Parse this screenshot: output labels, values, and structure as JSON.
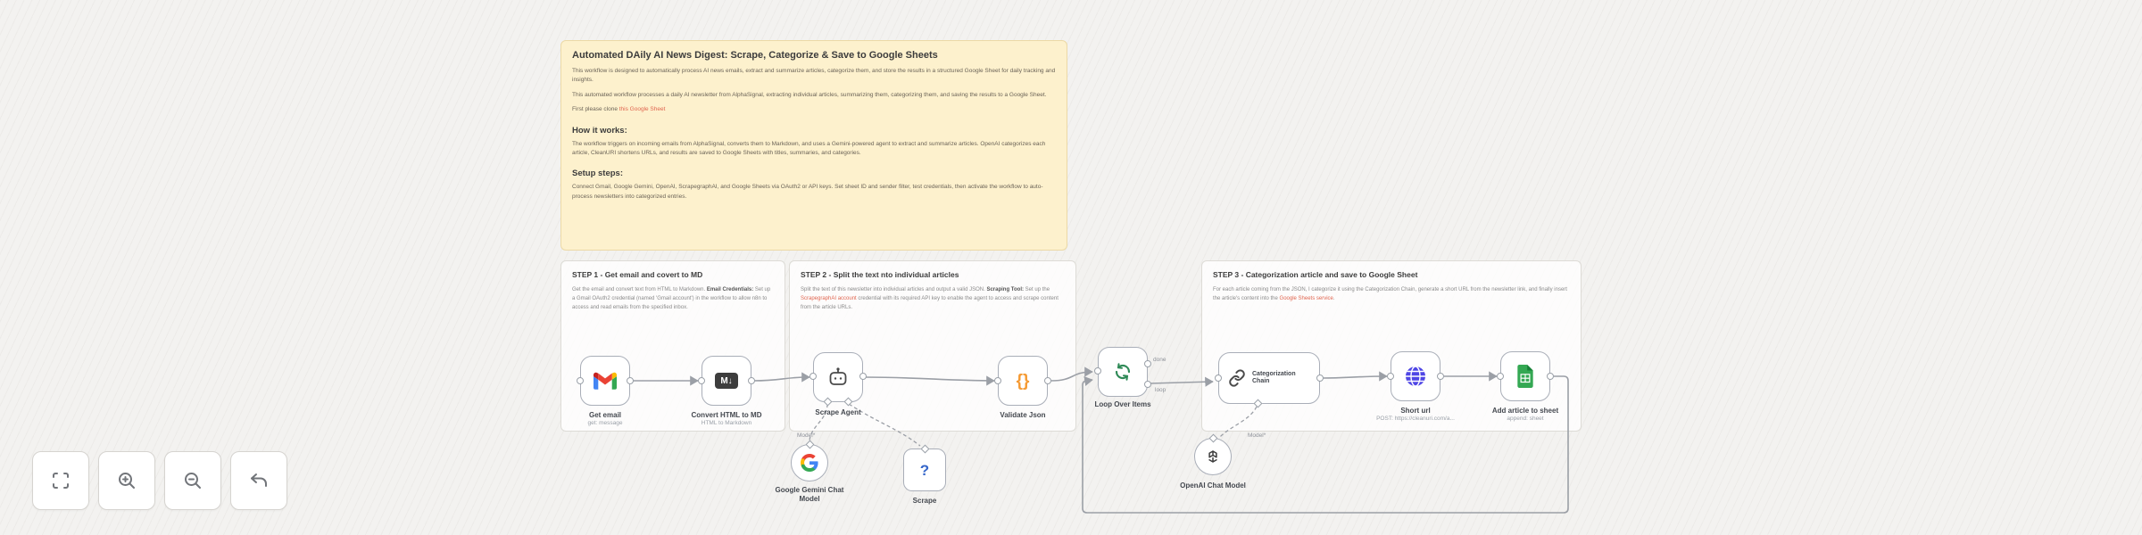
{
  "main_note": {
    "title": "Automated DAily AI News Digest: Scrape, Categorize & Save to Google Sheets",
    "p1": "This workflow is designed to automatically process AI news emails, extract and summarize articles, categorize them, and store the results in a structured Google Sheet for daily tracking and insights.",
    "p2": "This automated workflow processes a daily AI newsletter from AlphaSignal, extracting individual articles, summarizing them, categorizing them, and saving the results to a Google Sheet.",
    "p3_prefix": "First please clone ",
    "p3_link": "this Google Sheet",
    "how_title": "How it works:",
    "how_body": "The workflow triggers on incoming emails from AlphaSignal, converts them to Markdown, and uses a Gemini-powered agent to extract and summarize articles. OpenAI categorizes each article, CleanURI shortens URLs, and results are saved to Google Sheets with titles, summaries, and categories.",
    "setup_title": "Setup steps:",
    "setup_body": "Connect Gmail, Google Gemini, OpenAI, ScrapegraphAI, and Google Sheets via OAuth2 or API keys. Set sheet ID and sender filter, test credentials, then activate the workflow to auto-process newsletters into categorized entries."
  },
  "step1": {
    "title": "STEP 1 - Get email and covert to MD",
    "body1": "Get the email and convert text from HTML to Markdown. ",
    "bold": "Email Credentials:",
    "body2": " Set up a Gmail OAuth2 credential (named 'Gmail account') in the workflow to allow n8n to access and read emails from the specified inbox."
  },
  "step2": {
    "title": "STEP 2 - Split the text nto individual articles",
    "body1": "Split the text of this newsletter into individual articles and output a valid JSON. ",
    "bold": "Scraping Tool:",
    "body2": " Set up the ",
    "link": "ScrapegraphAI account",
    "body3": " credential with its required API key to enable the agent to access and scrape content from the article URLs."
  },
  "step3": {
    "title": "STEP 3 - Categorization article and save to Google Sheet",
    "body1": "For each article coming from the JSON, I categorize it using the Categorization Chain, generate a short URL from the newsletter link, and finally insert the article's content into the ",
    "link": "Google Sheets service",
    "body2": "."
  },
  "nodes": [
    {
      "label": "Get email",
      "sublabel": "get: message"
    },
    {
      "label": "Convert HTML to MD",
      "sublabel": "HTML to Markdown"
    },
    {
      "label": "Scrape Agent"
    },
    {
      "label": "Validate Json"
    },
    {
      "label": "Loop Over Items"
    },
    {
      "label": "Categorization Chain"
    },
    {
      "label": "Short url",
      "sublabel": "POST: https://cleanuri.com/a..."
    },
    {
      "label": "Add article to sheet",
      "sublabel": "append: sheet"
    },
    {
      "label": "Google Gemini Chat Model"
    },
    {
      "label": "Scrape"
    },
    {
      "label": "OpenAI Chat Model"
    }
  ],
  "icons": {
    "markdown_glyph": "M↓",
    "braces_glyph": "{}",
    "question_glyph": "?"
  },
  "connection_labels": {
    "model": "Model*",
    "done": "done",
    "loop": "loop"
  },
  "colors": {
    "sticky_yellow": "#fdf1cd",
    "link_red": "#e0654f",
    "braces_orange": "#f59a33",
    "loop_green": "#2f8a57",
    "globe_blue": "#4f46e5",
    "sheets_green": "#34a853",
    "question_blue": "#3566c9"
  }
}
